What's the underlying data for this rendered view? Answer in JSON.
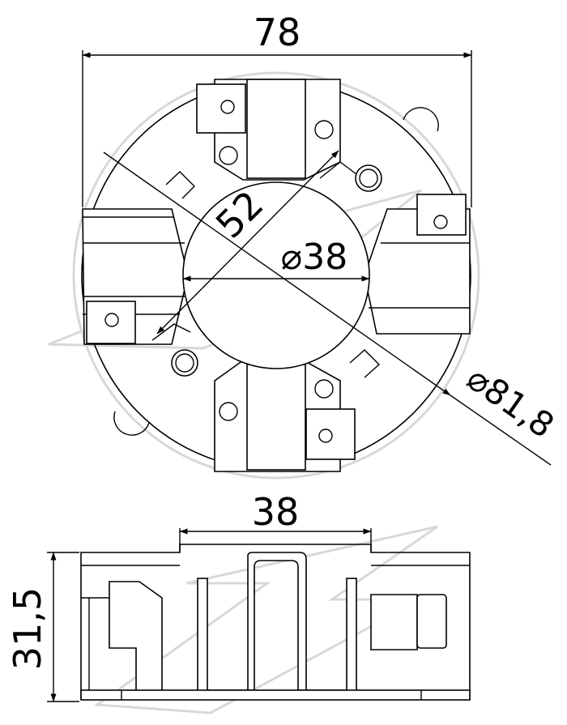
{
  "top_view": {
    "dim_width": "78",
    "dim_bolt_circle": "52",
    "dim_inner_diameter": "⌀38",
    "dim_outer_diameter": "⌀81,8"
  },
  "side_view": {
    "dim_width": "38",
    "dim_height": "31,5"
  }
}
